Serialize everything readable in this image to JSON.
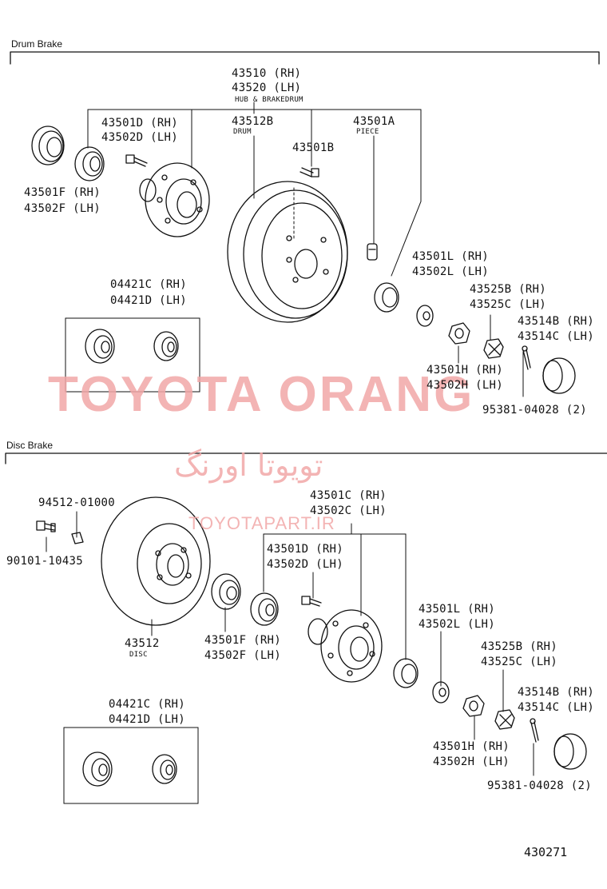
{
  "sections": {
    "drum": "Drum Brake",
    "disc": "Disc Brake"
  },
  "drum": {
    "hub_rh": "43510 (RH)",
    "hub_lh": "43520 (LH)",
    "hub_caption": "HUB & BRAKEDRUM",
    "hub_rh2": "43501D (RH)",
    "hub_lh2": "43502D (LH)",
    "drum_no": "43512B",
    "drum_caption": "DRUM",
    "piece_no": "43501A",
    "piece_caption": "PIECE",
    "bolt_no": "43501B",
    "seal_rh": "43501F (RH)",
    "seal_lh": "43502F (LH)",
    "bearing_rh": "04421C (RH)",
    "bearing_lh": "04421D (LH)",
    "outer_rh": "43501L (RH)",
    "outer_lh": "43502L (LH)",
    "lock_rh": "43525B (RH)",
    "lock_lh": "43525C (LH)",
    "cap_rh": "43514B (RH)",
    "cap_lh": "43514C (LH)",
    "nut_rh": "43501H (RH)",
    "nut_lh": "43502H (LH)",
    "pin": "95381-04028 (2)"
  },
  "disc": {
    "screw_no": "94512-01000",
    "bolt_no": "90101-10435",
    "disc_no": "43512",
    "disc_caption": "DISC",
    "hub_rh": "43501C (RH)",
    "hub_lh": "43502C (LH)",
    "hub_rh2": "43501D (RH)",
    "hub_lh2": "43502D (LH)",
    "seal_rh": "43501F (RH)",
    "seal_lh": "43502F (LH)",
    "outer_rh": "43501L (RH)",
    "outer_lh": "43502L (LH)",
    "lock_rh": "43525B (RH)",
    "lock_lh": "43525C (LH)",
    "cap_rh": "43514B (RH)",
    "cap_lh": "43514C (LH)",
    "bearing_rh": "04421C (RH)",
    "bearing_lh": "04421D (LH)",
    "nut_rh": "43501H (RH)",
    "nut_lh": "43502H (LH)",
    "pin": "95381-04028 (2)"
  },
  "watermark": {
    "brand": "TOYOTA ORANG",
    "persian": "تویوتا اورنگ",
    "site": "TOYOTAPART.IR"
  },
  "figure_no": "430271",
  "colors": {
    "ink": "#111111",
    "watermark": "#f2a7a7"
  }
}
